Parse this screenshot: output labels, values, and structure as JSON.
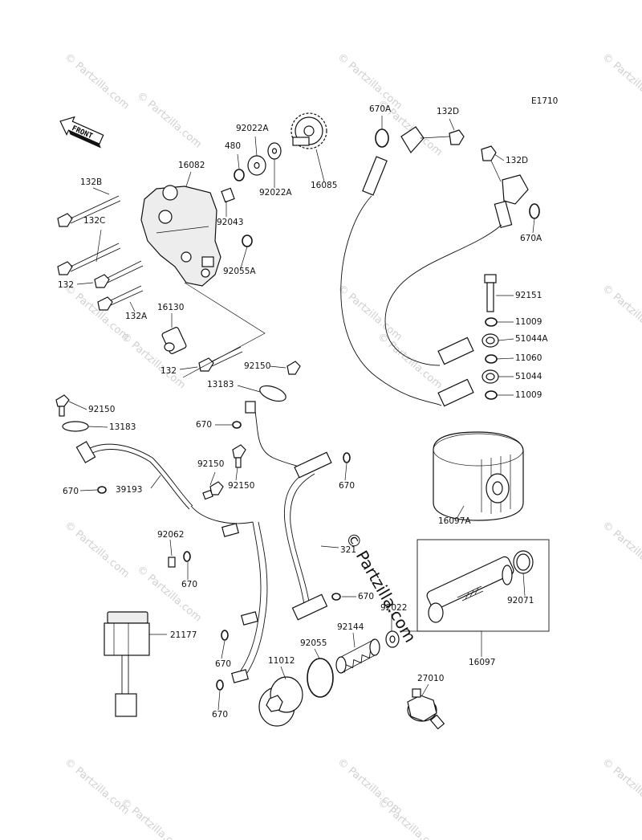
{
  "diagram_code": "E1710",
  "front_label": "FRONT",
  "watermark": "© Partzilla.com",
  "center_watermark": "© Partzilla.com",
  "parts": [
    {
      "id": "p-480",
      "label": "480"
    },
    {
      "id": "p-92022a-1",
      "label": "92022A"
    },
    {
      "id": "p-92022a-2",
      "label": "92022A"
    },
    {
      "id": "p-16085",
      "label": "16085"
    },
    {
      "id": "p-16082",
      "label": "16082"
    },
    {
      "id": "p-132b",
      "label": "132B"
    },
    {
      "id": "p-132c",
      "label": "132C"
    },
    {
      "id": "p-92043",
      "label": "92043"
    },
    {
      "id": "p-92055a",
      "label": "92055A"
    },
    {
      "id": "p-132-1",
      "label": "132"
    },
    {
      "id": "p-132a",
      "label": "132A"
    },
    {
      "id": "p-16130",
      "label": "16130"
    },
    {
      "id": "p-132-2",
      "label": "132"
    },
    {
      "id": "p-92150-1",
      "label": "92150"
    },
    {
      "id": "p-13183-1",
      "label": "13183"
    },
    {
      "id": "p-92150-2",
      "label": "92150"
    },
    {
      "id": "p-13183-2",
      "label": "13183"
    },
    {
      "id": "p-670-1",
      "label": "670"
    },
    {
      "id": "p-670-2",
      "label": "670"
    },
    {
      "id": "p-39193",
      "label": "39193"
    },
    {
      "id": "p-92150-3",
      "label": "92150"
    },
    {
      "id": "p-92150-4",
      "label": "92150"
    },
    {
      "id": "p-670-3",
      "label": "670"
    },
    {
      "id": "p-92062",
      "label": "92062"
    },
    {
      "id": "p-670-4",
      "label": "670"
    },
    {
      "id": "p-321",
      "label": "321"
    },
    {
      "id": "p-670-5",
      "label": "670"
    },
    {
      "id": "p-21177",
      "label": "21177"
    },
    {
      "id": "p-670-6",
      "label": "670"
    },
    {
      "id": "p-670-7",
      "label": "670"
    },
    {
      "id": "p-11012",
      "label": "11012"
    },
    {
      "id": "p-92055",
      "label": "92055"
    },
    {
      "id": "p-92144",
      "label": "92144"
    },
    {
      "id": "p-92022",
      "label": "92022"
    },
    {
      "id": "p-27010",
      "label": "27010"
    },
    {
      "id": "p-16097",
      "label": "16097"
    },
    {
      "id": "p-92071",
      "label": "92071"
    },
    {
      "id": "p-16097a",
      "label": "16097A"
    },
    {
      "id": "p-670a-1",
      "label": "670A"
    },
    {
      "id": "p-132d-1",
      "label": "132D"
    },
    {
      "id": "p-132d-2",
      "label": "132D"
    },
    {
      "id": "p-670a-2",
      "label": "670A"
    },
    {
      "id": "p-92151",
      "label": "92151"
    },
    {
      "id": "p-11009-1",
      "label": "11009"
    },
    {
      "id": "p-51044a",
      "label": "51044A"
    },
    {
      "id": "p-11060",
      "label": "11060"
    },
    {
      "id": "p-51044",
      "label": "51044"
    },
    {
      "id": "p-11009-2",
      "label": "11009"
    }
  ]
}
